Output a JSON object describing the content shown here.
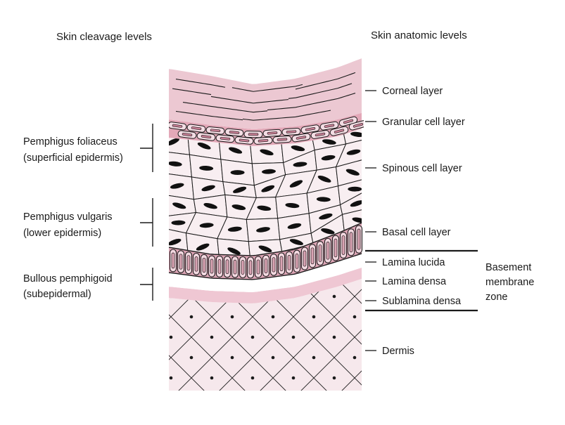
{
  "headers": {
    "left": "Skin cleavage levels",
    "right": "Skin anatomic levels"
  },
  "cleavage_levels": [
    {
      "name": "Pemphigus foliaceus",
      "detail": "(superficial epidermis)"
    },
    {
      "name": "Pemphigus vulgaris",
      "detail": "(lower epidermis)"
    },
    {
      "name": "Bullous pemphigoid",
      "detail": "(subepidermal)"
    }
  ],
  "anatomic_levels": [
    "Corneal layer",
    "Granular cell layer",
    "Spinous cell layer",
    "Basal cell layer",
    "Lamina lucida",
    "Lamina densa",
    "Sublamina densa",
    "Dermis"
  ],
  "basement_zone_label": [
    "Basement",
    "membrane",
    "zone"
  ],
  "colors": {
    "corneal": "#ecc8d2",
    "granular_cell": "#e3a8b8",
    "spinous_cell": "#f8eef1",
    "basal_cell": "#dba4b4",
    "lamina_lucida": "#ffffff",
    "lamina_densa": "#efc7d3",
    "dermis": "#f6e8ec",
    "nucleus": "#111111",
    "stroke": "#1a1a1a"
  }
}
